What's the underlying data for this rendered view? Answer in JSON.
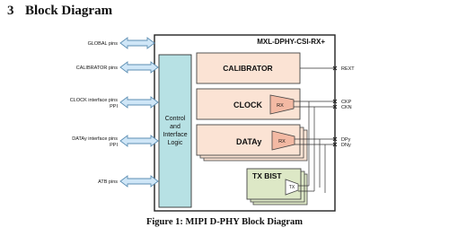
{
  "section": {
    "number": "3",
    "title": "Block Diagram"
  },
  "diagram": {
    "chip_name": "MXL-DPHY-CSI-RX+",
    "control_logic": {
      "line1": "Control",
      "line2": "and",
      "line3": "Interface",
      "line4": "Logic"
    },
    "calibrator": {
      "label": "CALIBRATOR"
    },
    "clock": {
      "label": "CLOCK",
      "rx": "RX"
    },
    "data": {
      "label": "DATAy",
      "rx": "RX"
    },
    "txbist": {
      "label": "TX BIST",
      "tx": "TX"
    },
    "left_pins": {
      "global": "GLOBAL pins",
      "calibrator": "CALIBRATOR pins",
      "clock_line1": "CLOCK interface pins",
      "clock_line2": "PPI",
      "data_line1": "DATAy interface pins",
      "data_line2": "PPI",
      "atb": "ATB pins"
    },
    "right_pins": {
      "rext": "REXT",
      "ckp": "CKP",
      "ckn": "CKN",
      "dpy": "DPy",
      "dny": "DNy"
    }
  },
  "caption": "Figure 1: MIPI D-PHY Block Diagram",
  "colors": {
    "calibrator_fill": "#fbe3d4",
    "rx_fill": "#f3b9a3",
    "control_fill": "#b7e1e4",
    "arrow_fill": "#cfe6f7",
    "arrow_stroke": "#5d8fb3",
    "txbist_fill": "#dde8c6"
  }
}
